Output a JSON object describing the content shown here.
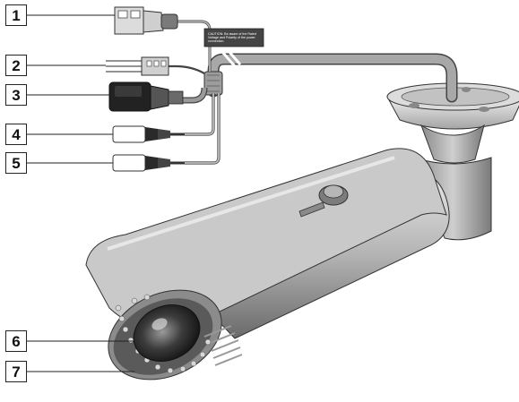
{
  "callouts": [
    "1",
    "2",
    "3",
    "4",
    "5",
    "6",
    "7"
  ],
  "caution_label": "CAUTION: Be aware of the Rated Voltage and Polarity of the power connection.",
  "colors": {
    "outline": "#222222",
    "body_light": "#d9d9d9",
    "body_mid": "#a9a9a9",
    "body_dark": "#5e5e5e",
    "cable": "#8a8a8a"
  }
}
